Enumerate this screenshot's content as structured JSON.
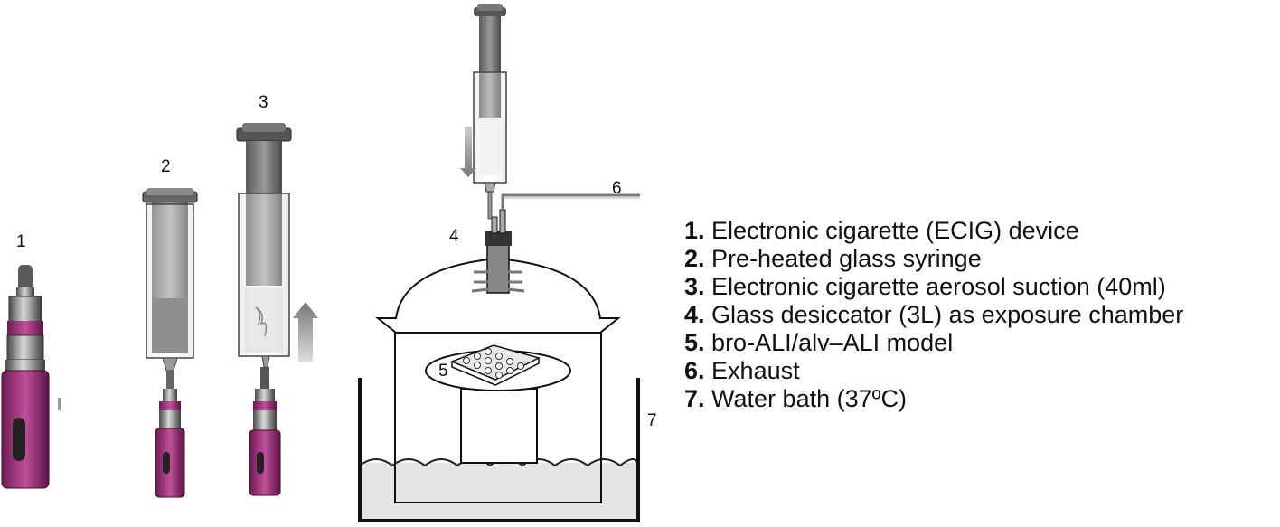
{
  "diagram": {
    "labels": {
      "ecig": "1",
      "syringe_preheated": "2",
      "syringe_suction": "3",
      "desiccator": "4",
      "model": "5",
      "exhaust": "6",
      "water_bath": "7"
    },
    "legend": [
      {
        "num": "1.",
        "text": "Electronic cigarette (ECIG) device"
      },
      {
        "num": "2.",
        "text": "Pre-heated glass syringe"
      },
      {
        "num": "3.",
        "text": "Electronic cigarette aerosol suction (40ml)"
      },
      {
        "num": "4.",
        "text": "Glass desiccator (3L) as exposure chamber"
      },
      {
        "num": "5.",
        "text": "bro-ALI/alv–ALI model"
      },
      {
        "num": "6.",
        "text": "Exhaust"
      },
      {
        "num": "7.",
        "text": "Water bath (37ºC)"
      }
    ],
    "colors": {
      "device_magenta": "#a8387f",
      "metal": "#7a7a7a",
      "plunger_dark": "#555555",
      "water": "#e4e4e4",
      "outline": "#1a1a1a"
    }
  }
}
